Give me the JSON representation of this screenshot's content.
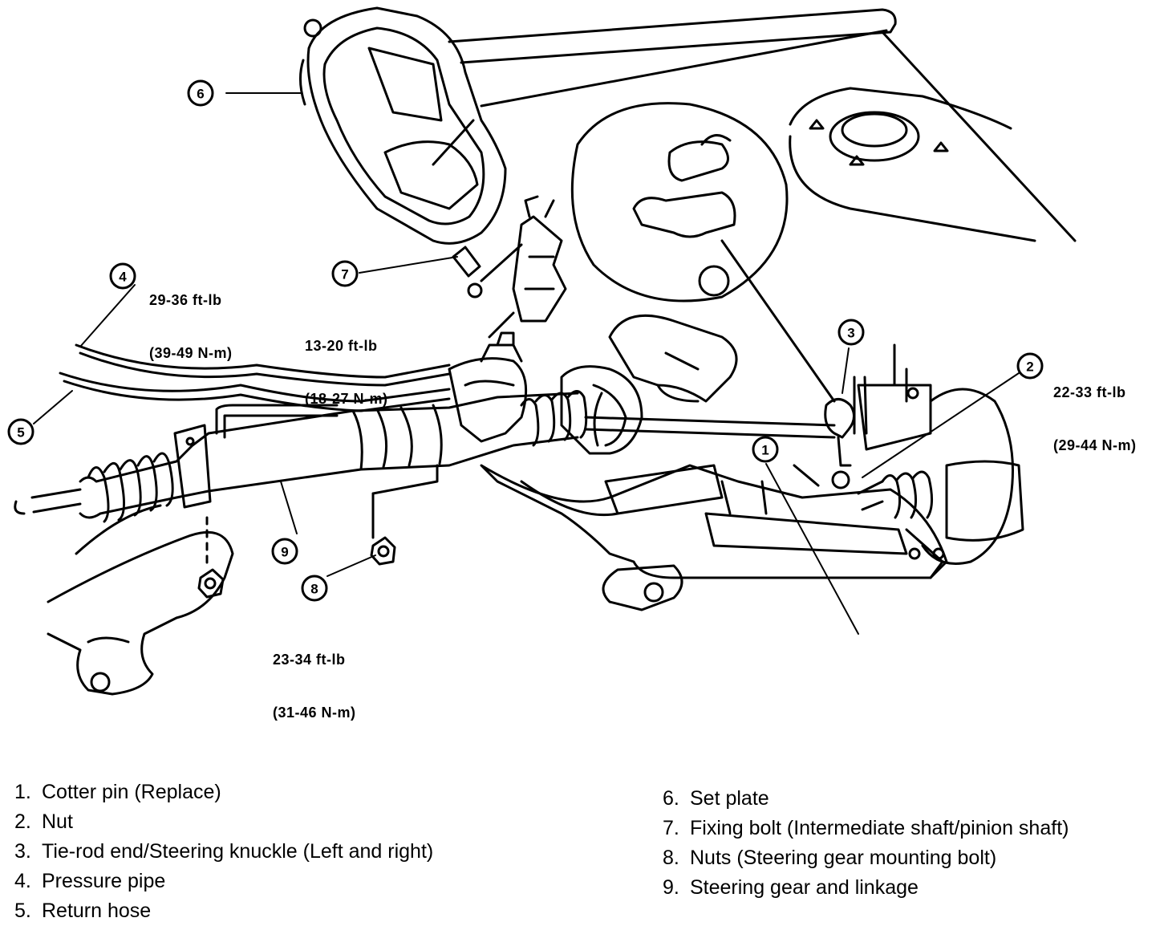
{
  "callouts": [
    "1",
    "2",
    "3",
    "4",
    "5",
    "6",
    "7",
    "8",
    "9"
  ],
  "torque_specs": {
    "pressure_pipe": [
      "29-36 ft-lb",
      "(39-49 N-m)"
    ],
    "fixing_bolt": [
      "13-20 ft-lb",
      "(18-27 N-m)"
    ],
    "nut": [
      "22-33 ft-lb",
      "(29-44 N-m)"
    ],
    "mounting_nuts": [
      "23-34 ft-lb",
      "(31-46 N-m)"
    ]
  },
  "legend_left": [
    {
      "num": "1.",
      "text": "Cotter pin (Replace)"
    },
    {
      "num": "2.",
      "text": "Nut"
    },
    {
      "num": "3.",
      "text": "Tie-rod end/Steering knuckle (Left and right)"
    },
    {
      "num": "4.",
      "text": "Pressure pipe"
    },
    {
      "num": "5.",
      "text": "Return hose"
    }
  ],
  "legend_right": [
    {
      "num": "6.",
      "text": "Set plate"
    },
    {
      "num": "7.",
      "text": "Fixing bolt (Intermediate shaft/pinion shaft)"
    },
    {
      "num": "8.",
      "text": "Nuts (Steering gear mounting bolt)"
    },
    {
      "num": "9.",
      "text": "Steering gear and linkage"
    }
  ]
}
